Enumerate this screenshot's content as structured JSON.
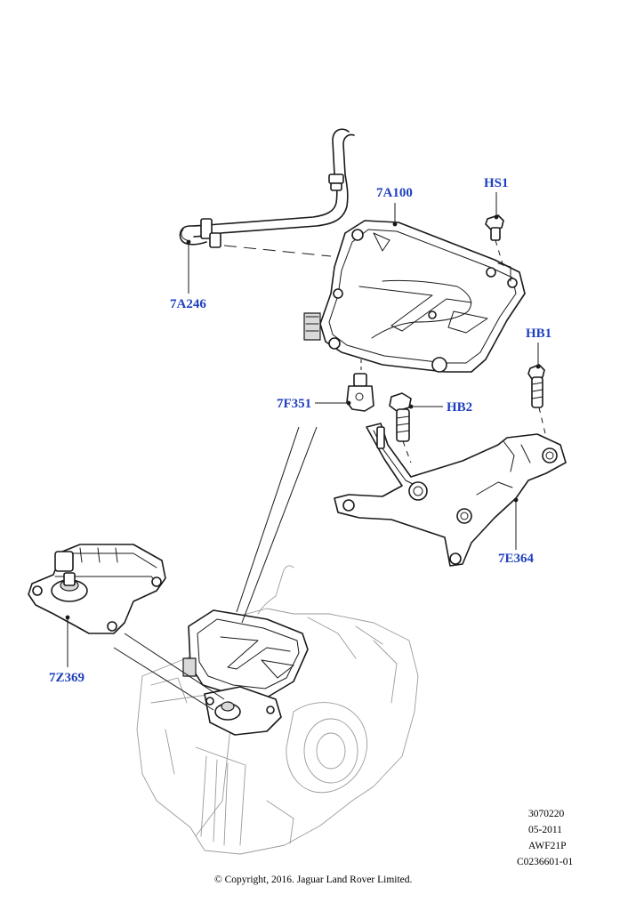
{
  "diagram": {
    "callouts": [
      {
        "id": "7A100",
        "label": "7A100"
      },
      {
        "id": "HS1",
        "label": "HS1"
      },
      {
        "id": "7A246",
        "label": "7A246"
      },
      {
        "id": "HB1",
        "label": "HB1"
      },
      {
        "id": "7F351",
        "label": "7F351"
      },
      {
        "id": "HB2",
        "label": "HB2"
      },
      {
        "id": "7E364",
        "label": "7E364"
      },
      {
        "id": "7Z369",
        "label": "7Z369"
      }
    ],
    "reference": {
      "number": "3070220",
      "date": "05-2011",
      "model": "AWF21P",
      "code": "C0236601-01"
    },
    "copyright": "© Copyright, 2016. Jaguar Land Rover Limited.",
    "label_color": "#1f3fbf"
  }
}
